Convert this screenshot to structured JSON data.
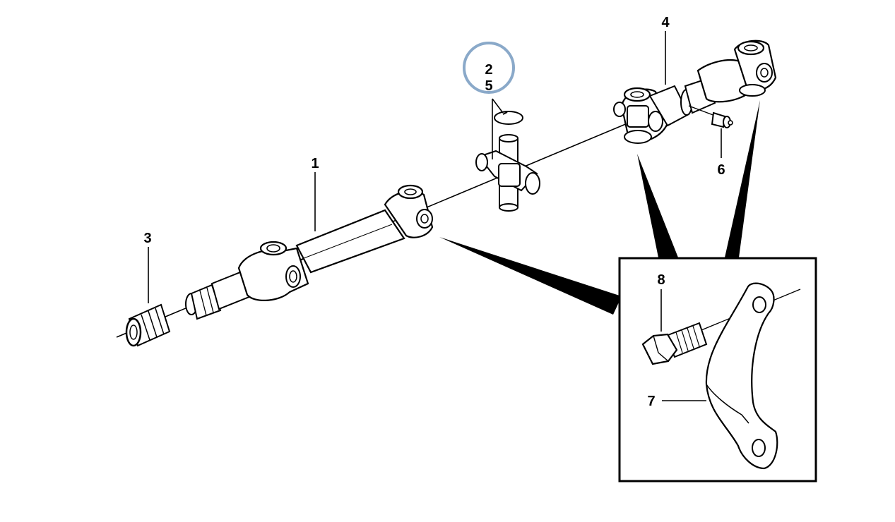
{
  "callouts": {
    "c1": "1",
    "c2": "2",
    "c3": "3",
    "c4": "4",
    "c5": "5",
    "c6": "6",
    "c7": "7",
    "c8": "8"
  },
  "colors": {
    "line": "#000000",
    "fill": "#ffffff",
    "shade": "#e6e6e6",
    "highlight_circle": "#8aa9c9"
  },
  "highlighted_callout": "2"
}
